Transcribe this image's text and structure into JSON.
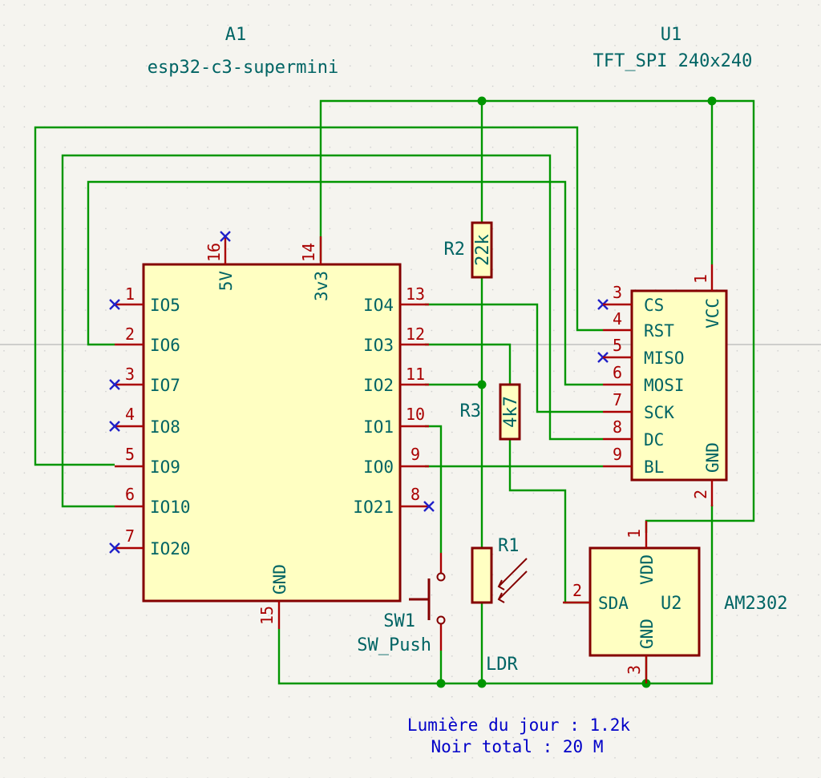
{
  "a1": {
    "ref": "A1",
    "value": "esp32-c3-supermini",
    "pins": {
      "p1": {
        "num": "1",
        "name": "IO5"
      },
      "p2": {
        "num": "2",
        "name": "IO6"
      },
      "p3": {
        "num": "3",
        "name": "IO7"
      },
      "p4": {
        "num": "4",
        "name": "IO8"
      },
      "p5": {
        "num": "5",
        "name": "IO9"
      },
      "p6": {
        "num": "6",
        "name": "IO10"
      },
      "p7": {
        "num": "7",
        "name": "IO20"
      },
      "p8": {
        "num": "8",
        "name": "IO21"
      },
      "p9": {
        "num": "9",
        "name": "IO0"
      },
      "p10": {
        "num": "10",
        "name": "IO1"
      },
      "p11": {
        "num": "11",
        "name": "IO2"
      },
      "p12": {
        "num": "12",
        "name": "IO3"
      },
      "p13": {
        "num": "13",
        "name": "IO4"
      },
      "p14": {
        "num": "14",
        "name": "3v3"
      },
      "p15": {
        "num": "15",
        "name": "GND"
      },
      "p16": {
        "num": "16",
        "name": "5V"
      }
    }
  },
  "u1": {
    "ref": "U1",
    "value": "TFT_SPI 240x240",
    "pins": {
      "p1": {
        "num": "1",
        "name": "VCC"
      },
      "p2": {
        "num": "2",
        "name": "GND"
      },
      "p3": {
        "num": "3",
        "name": "CS"
      },
      "p4": {
        "num": "4",
        "name": "RST"
      },
      "p5": {
        "num": "5",
        "name": "MISO"
      },
      "p6": {
        "num": "6",
        "name": "MOSI"
      },
      "p7": {
        "num": "7",
        "name": "SCK"
      },
      "p8": {
        "num": "8",
        "name": "DC"
      },
      "p9": {
        "num": "9",
        "name": "BL"
      }
    }
  },
  "u2": {
    "ref": "U2",
    "value": "AM2302",
    "pins": {
      "p1": {
        "num": "1",
        "name": "VDD"
      },
      "p2": {
        "num": "2",
        "name": "SDA"
      },
      "p3": {
        "num": "3",
        "name": "GND"
      }
    }
  },
  "r1": {
    "ref": "R1",
    "value": "LDR"
  },
  "r2": {
    "ref": "R2",
    "value": "22k"
  },
  "r3": {
    "ref": "R3",
    "value": "4k7"
  },
  "sw1": {
    "ref": "SW1",
    "value": "SW_Push"
  },
  "notes": {
    "line1": "Lumière du jour : 1.2k",
    "line2": "Noir total : 20 M"
  },
  "colors": {
    "background": "#f5f4ef",
    "wire": "#009600",
    "pin": "#a90000",
    "body_fill": "#ffffc2",
    "body_outline": "#840000",
    "text": "#006464",
    "no_connect": "#2020c8",
    "note": "#0000c8"
  }
}
